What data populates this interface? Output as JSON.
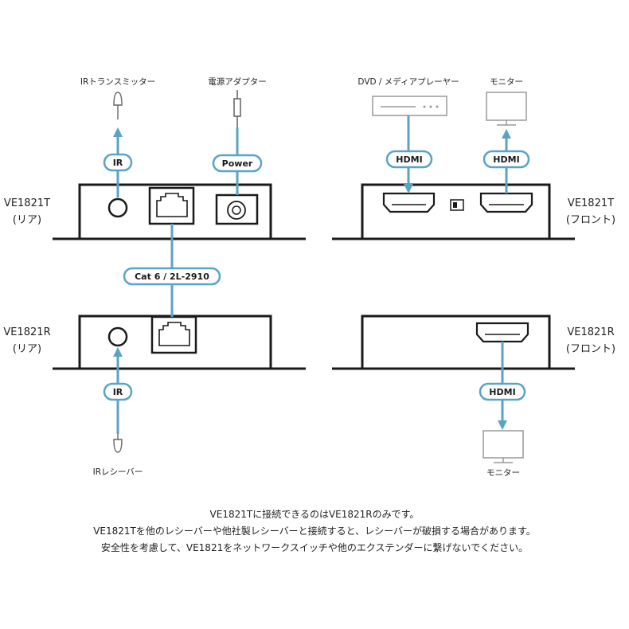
{
  "colors": {
    "accent": "#5aa3c5",
    "line": "#1a1a1a",
    "device_grey": "#8a8a8a"
  },
  "icons": {
    "ir_transmitter": "ir-transmitter-icon",
    "power_adapter": "power-adapter-icon",
    "dvd_player": "dvd-player-icon",
    "monitor": "monitor-icon",
    "ir_receiver": "ir-receiver-icon"
  },
  "labels": {
    "ir_transmitter": "IRトランスミッター",
    "power_adapter": "電源アダプター",
    "dvd_player": "DVD / メディアプレーヤー",
    "monitor_top": "モニター",
    "ir_receiver": "IRレシーバー",
    "monitor_bottom": "モニター"
  },
  "pills": {
    "ir_top": "IR",
    "power": "Power",
    "hdmi_in": "HDMI",
    "hdmi_out": "HDMI",
    "cable": "Cat 6 / 2L-2910",
    "ir_bottom": "IR",
    "hdmi_bottom": "HDMI"
  },
  "devices": {
    "t_rear": {
      "model": "VE1821T",
      "side": "(リア)"
    },
    "t_front": {
      "model": "VE1821T",
      "side": "(フロント)"
    },
    "r_rear": {
      "model": "VE1821R",
      "side": "(リア)"
    },
    "r_front": {
      "model": "VE1821R",
      "side": "(フロント)"
    }
  },
  "notes": [
    "VE1821Tに接続できるのはVE1821Rのみです。",
    "VE1821Tを他のレシーバーや他社製レシーバーと接続すると、レシーバーが破損する場合があります。",
    "安全性を考慮して、VE1821をネットワークスイッチや他のエクステンダーに繋げないでください。"
  ]
}
